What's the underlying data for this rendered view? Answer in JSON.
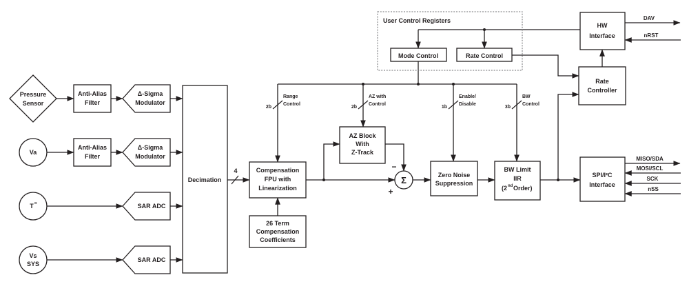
{
  "colors": {
    "ink": "#231f20",
    "background": "#ffffff",
    "dashed_border": "#6d6e71"
  },
  "blocks": {
    "pressure_sensor": {
      "l1": "Pressure",
      "l2": "Sensor"
    },
    "va": {
      "l1": "Va"
    },
    "temperature": {
      "l1": "T",
      "sup": "o"
    },
    "vs_sys": {
      "l1": "Vs",
      "l2": "SYS"
    },
    "anti_alias_filter": {
      "l1": "Anti-Alias",
      "l2": "Filter"
    },
    "delta_sigma_modulator": {
      "l1": "Δ-Sigma",
      "l2": "Modulator"
    },
    "sar_adc": {
      "l1": "SAR ADC"
    },
    "decimation": {
      "l1": "Decimation"
    },
    "compensation_fpu": {
      "l1": "Compensation",
      "l2": "FPU with",
      "l3": "Linearization"
    },
    "compensation_coefficients": {
      "l1": "26 Term",
      "l2": "Compensation",
      "l3": "Coefficients"
    },
    "az_block": {
      "l1": "AZ Block",
      "l2": "With",
      "l3": "Z-Track"
    },
    "summing_junction": {
      "symbol": "Σ",
      "plus": "+",
      "minus": "−"
    },
    "zero_noise_suppression": {
      "l1": "Zero Noise",
      "l2": "Suppression"
    },
    "bw_limit_iir": {
      "l1": "BW Limit",
      "l2": "IIR",
      "l3_pre": "(2",
      "l3_sup": "nd",
      "l3_post": "Order)"
    },
    "spi_i2c_interface": {
      "l1": "SPI/I²C",
      "l2": "Interface"
    },
    "hw_interface": {
      "l1": "HW",
      "l2": "Interface"
    },
    "rate_controller": {
      "l1": "Rate",
      "l2": "Controller"
    },
    "user_control_registers": {
      "title": "User Control Registers"
    },
    "mode_control": {
      "l1": "Mode Control"
    },
    "rate_control": {
      "l1": "Rate Control"
    }
  },
  "control_signals": {
    "range_control": {
      "bits": "2b",
      "l1": "Range",
      "l2": "Control"
    },
    "az_control": {
      "bits": "2b",
      "l1": "AZ with",
      "l2": "Control"
    },
    "enable_disable": {
      "bits": "1b",
      "l1": "Enable/",
      "l2": "Disable"
    },
    "bw_control": {
      "bits": "3b",
      "l1": "BW",
      "l2": "Control"
    },
    "decimation_bus_width": "4"
  },
  "pins": {
    "dav": "DAV",
    "nrst": "nRST",
    "miso_sda": "MISO/SDA",
    "mosi_scl": "MOSI/SCL",
    "sck": "SCK",
    "nss": "nSS"
  }
}
